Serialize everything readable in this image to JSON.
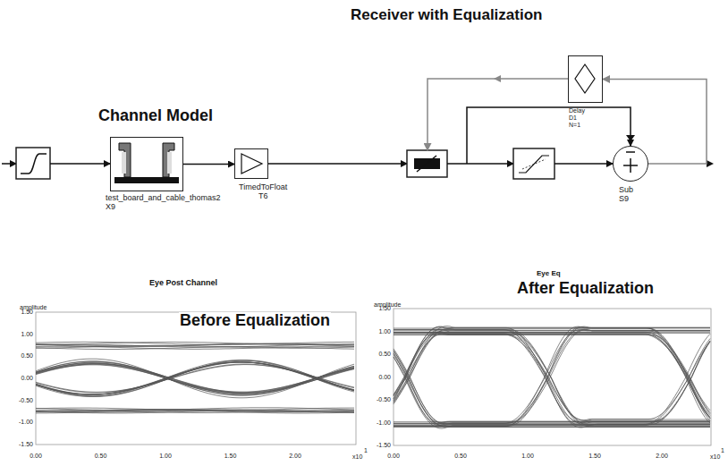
{
  "diagram": {
    "title": "Receiver with Equalization",
    "nodes": [
      {
        "text": [
          "test_board_and_cable_thomas2",
          "X9"
        ]
      },
      {
        "text": [
          "TimedToFloat",
          "T6"
        ]
      },
      {
        "text": [
          "Delay",
          "D1",
          "N=1"
        ]
      },
      {
        "text": [
          "Sub",
          "S9"
        ]
      }
    ],
    "edges": [
      {
        "from": 0,
        "to": 1,
        "arrow": "to"
      },
      {
        "from": 3,
        "to": 2,
        "arrow": "to"
      }
    ],
    "labels": [
      "Channel Model",
      "Eye Post Channel",
      "Before Equalization",
      "amplitude",
      "1.50",
      "1.00",
      "0.50",
      "0.00",
      "-0.50",
      "-1.00",
      "-1.50",
      "0.00",
      "0.50",
      "1.00",
      "1.50",
      "2.00",
      "x10",
      "1",
      "Eye Eq",
      "After Equalization",
      "amplitude",
      "1.50",
      "1.00",
      "0.50",
      "0.00",
      "-0.50",
      "-1.00",
      "-1.50",
      "0.00",
      "0.50",
      "1.00",
      "1.50",
      "2.00",
      "x10",
      "1"
    ]
  }
}
